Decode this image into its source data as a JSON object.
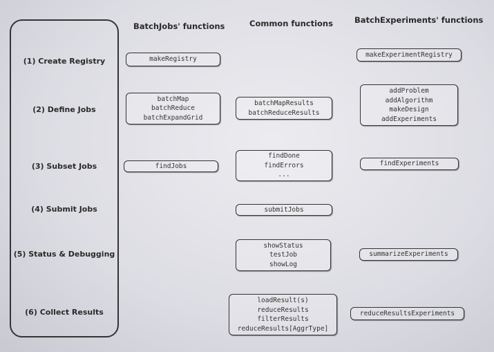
{
  "headers": {
    "batchjobs": "BatchJobs' functions",
    "common": "Common functions",
    "batchexperiments": "BatchExperiments' functions"
  },
  "steps": [
    "(1) Create Registry",
    "(2) Define Jobs",
    "(3) Subset Jobs",
    "(4) Submit Jobs",
    "(5) Status & Debugging",
    "(6) Collect Results"
  ],
  "batchjobs": {
    "create": [
      "makeRegistry"
    ],
    "define": [
      "batchMap",
      "batchReduce",
      "batchExpandGrid"
    ],
    "subset": [
      "findJobs"
    ]
  },
  "common": {
    "define": [
      "batchMapResults",
      "batchReduceResults"
    ],
    "subset": [
      "findDone",
      "findErrors",
      "..."
    ],
    "submit": [
      "submitJobs"
    ],
    "status": [
      "showStatus",
      "testJob",
      "showLog"
    ],
    "collect": [
      "loadResult(s)",
      "reduceResults",
      "filterResults",
      "reduceResults[AggrType]"
    ]
  },
  "batchexperiments": {
    "create": [
      "makeExperimentRegistry"
    ],
    "define": [
      "addProblem",
      "addAlgorithm",
      "makeDesign",
      "addExperiments"
    ],
    "subset": [
      "findExperiments"
    ],
    "status": [
      "summarizeExperiments"
    ],
    "collect": [
      "reduceResultsExperiments"
    ]
  }
}
